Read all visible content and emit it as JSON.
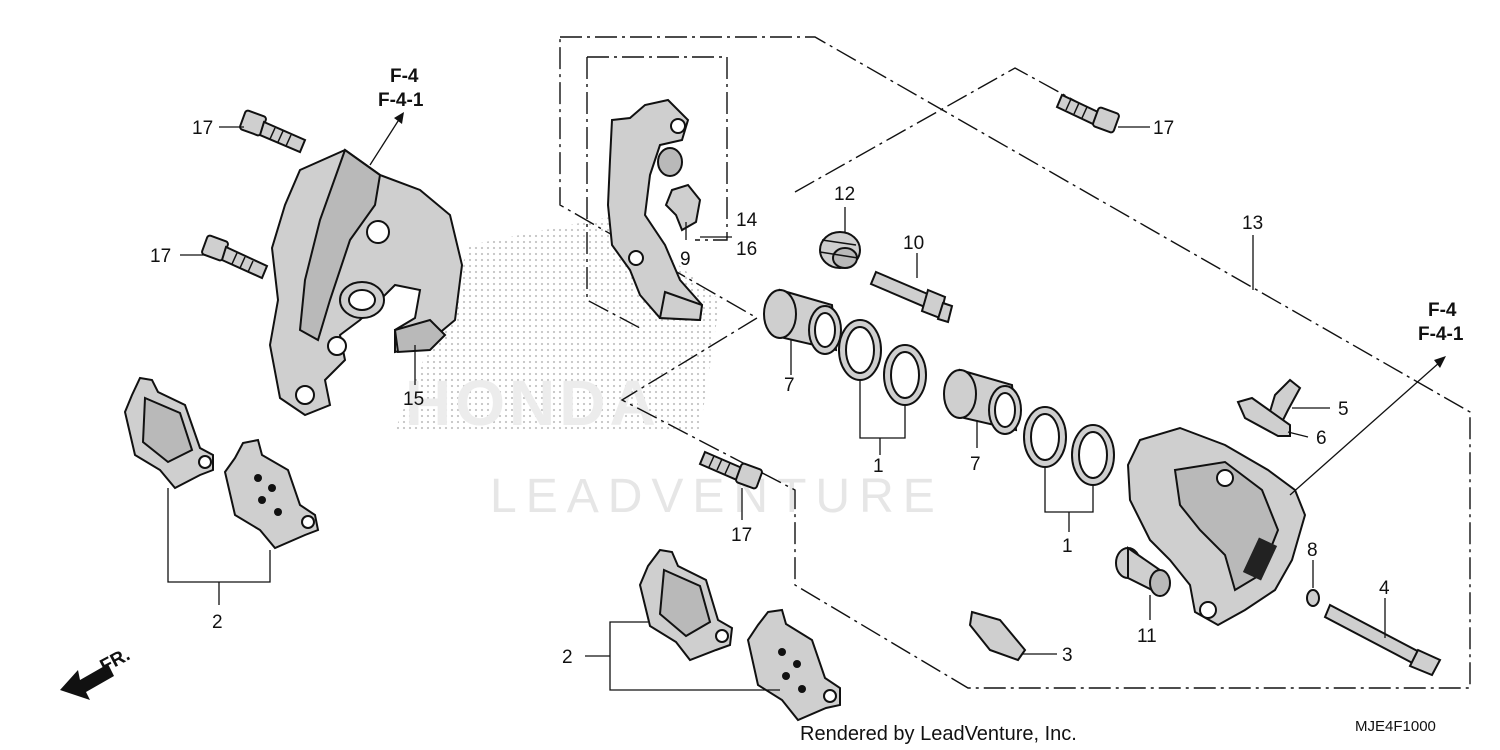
{
  "diagram": {
    "callouts": {
      "c1a": "1",
      "c1b": "1",
      "c2a": "2",
      "c2b": "2",
      "c3": "3",
      "c4": "4",
      "c5": "5",
      "c6": "6",
      "c7a": "7",
      "c7b": "7",
      "c8": "8",
      "c9": "9",
      "c10": "10",
      "c11": "11",
      "c12": "12",
      "c13": "13",
      "c14": "14",
      "c15": "15",
      "c16": "16",
      "c17a": "17",
      "c17b": "17",
      "c17c": "17",
      "c17d": "17"
    },
    "references": {
      "left_f4": "F-4",
      "left_f41": "F-4-1",
      "right_f4": "F-4",
      "right_f41": "F-4-1"
    },
    "front_marker": "FR.",
    "watermark_logo": "HONDA",
    "watermark_text": "LEADVENTURE",
    "footer_credit": "Rendered by LeadVenture, Inc.",
    "diagram_code": "MJE4F1000"
  }
}
